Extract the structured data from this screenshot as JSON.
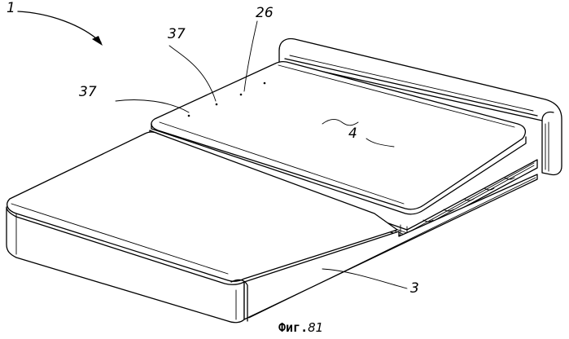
{
  "labels": {
    "assembly": "1",
    "ref_37_top": "37",
    "ref_26": "26",
    "ref_37_left": "37",
    "ref_4": "4",
    "ref_3": "3"
  },
  "caption": {
    "prefix": "Фиг.",
    "number": "81"
  }
}
